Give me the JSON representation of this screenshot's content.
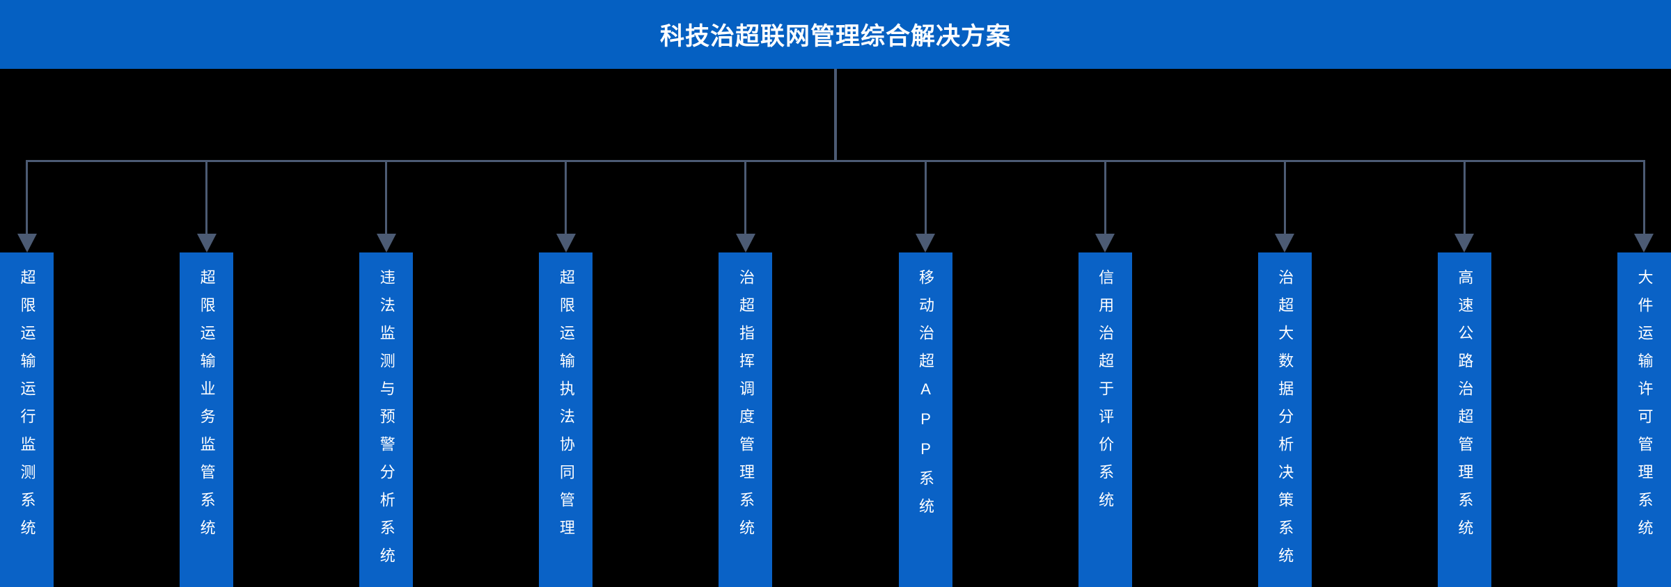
{
  "header": {
    "title": "科技治超联网管理综合解决方案"
  },
  "tree": {
    "nodes": [
      {
        "label": "超限运输运行监测系统"
      },
      {
        "label": "超限运输业务监管系统"
      },
      {
        "label": "违法监测与预警分析系统"
      },
      {
        "label": "超限运输执法协同管理"
      },
      {
        "label": "治超指挥调度管理系统"
      },
      {
        "label": "移动治超APP系统"
      },
      {
        "label": "信用治超于评价系统"
      },
      {
        "label": "治超大数据分析决策系统"
      },
      {
        "label": "高速公路治超管理系统"
      },
      {
        "label": "大件运输许可管理系统"
      }
    ]
  },
  "icons": {
    "arrow_down": "filled downward triangle (css border shape)"
  },
  "colors": {
    "background": "#000000",
    "header_bg": "#0560C2",
    "node_bg": "#0A62C6",
    "connector": "#4C5B74",
    "text": "#FFFFFF"
  }
}
